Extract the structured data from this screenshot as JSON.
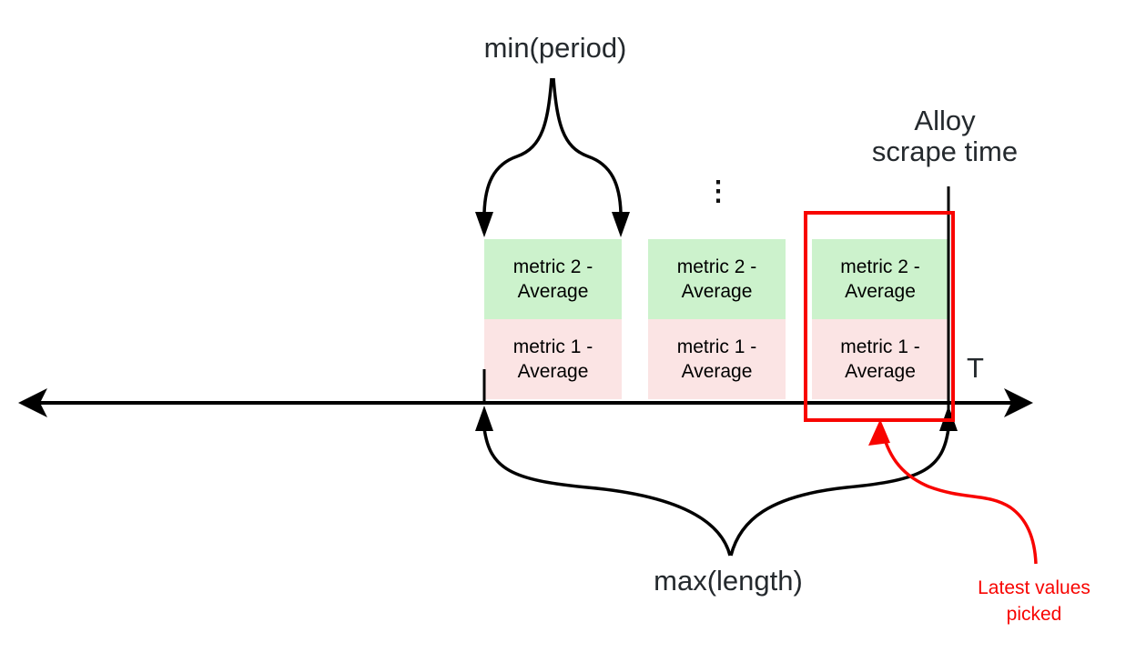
{
  "diagram": {
    "labels": {
      "min_period": "min(period)",
      "max_length": "max(length)",
      "alloy_scrape_time_line1": "Alloy",
      "alloy_scrape_time_line2": "scrape time",
      "axis_label": "T",
      "latest_values_line1": "Latest values",
      "latest_values_line2": "picked",
      "ellipsis": "⋮"
    },
    "windows": [
      {
        "top_line1": "metric 2 -",
        "top_line2": "Average",
        "bottom_line1": "metric 1 -",
        "bottom_line2": "Average"
      },
      {
        "top_line1": "metric 2 -",
        "top_line2": "Average",
        "bottom_line1": "metric 1 -",
        "bottom_line2": "Average"
      },
      {
        "top_line1": "metric 2 -",
        "top_line2": "Average",
        "bottom_line1": "metric 1 -",
        "bottom_line2": "Average"
      }
    ],
    "colors": {
      "metric2_fill": "#ccf2cc",
      "metric1_fill": "#fbe4e4",
      "highlight_red": "#f80400",
      "line_black": "#000000",
      "label_text": "#24292d"
    }
  }
}
